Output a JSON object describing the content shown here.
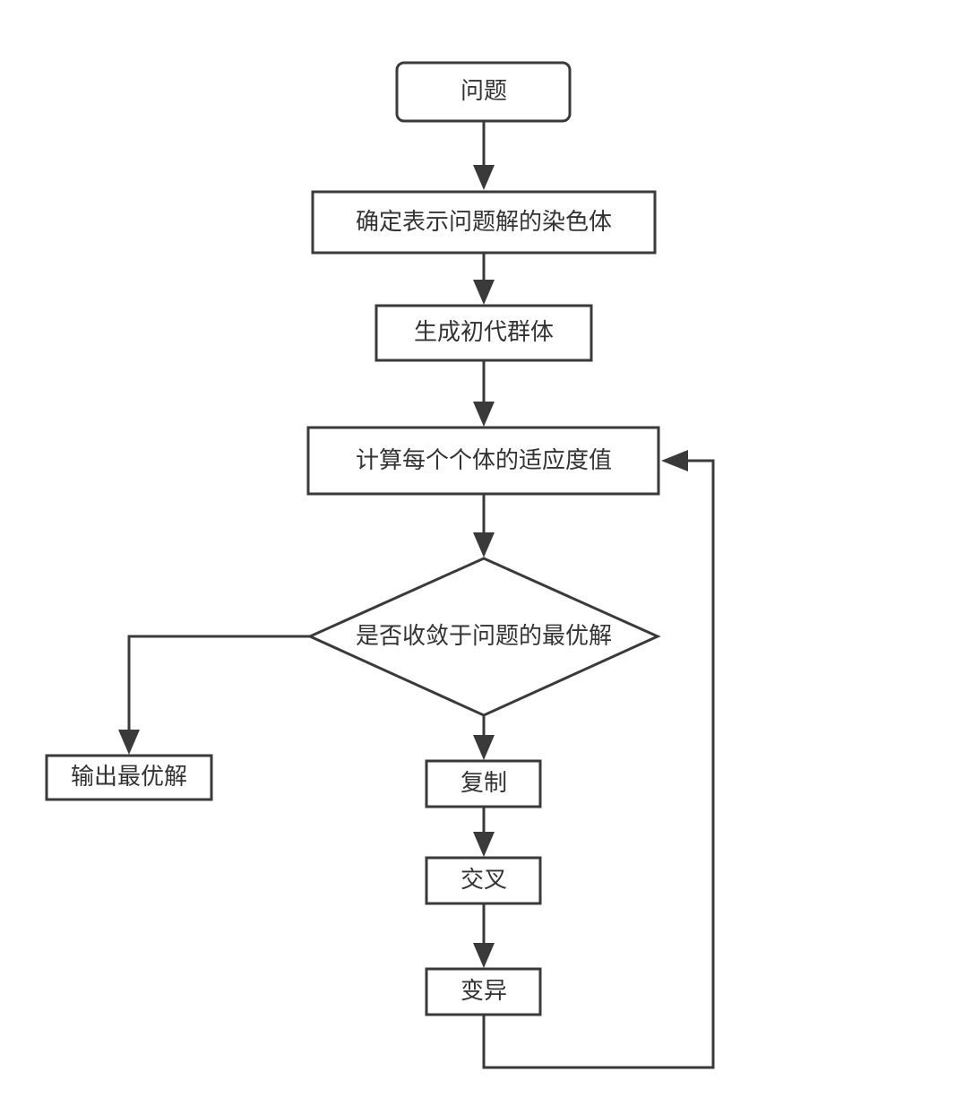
{
  "diagram": {
    "type": "flowchart",
    "nodes": {
      "problem": "问题",
      "encoding": "确定表示问题解的染色体",
      "init_population": "生成初代群体",
      "fitness": "计算每个个体的适应度值",
      "convergence_check": "是否收敛于问题的最优解",
      "output_best": "输出最优解",
      "selection": "复制",
      "crossover": "交叉",
      "mutation": "变异"
    },
    "edges": [
      {
        "from": "problem",
        "to": "encoding"
      },
      {
        "from": "encoding",
        "to": "init_population"
      },
      {
        "from": "init_population",
        "to": "fitness"
      },
      {
        "from": "fitness",
        "to": "convergence_check"
      },
      {
        "from": "convergence_check",
        "to": "output_best"
      },
      {
        "from": "convergence_check",
        "to": "selection"
      },
      {
        "from": "selection",
        "to": "crossover"
      },
      {
        "from": "crossover",
        "to": "mutation"
      },
      {
        "from": "mutation",
        "to": "fitness"
      }
    ],
    "colors": {
      "stroke": "#3a3a3a",
      "text": "#333333",
      "background": "#ffffff"
    }
  }
}
